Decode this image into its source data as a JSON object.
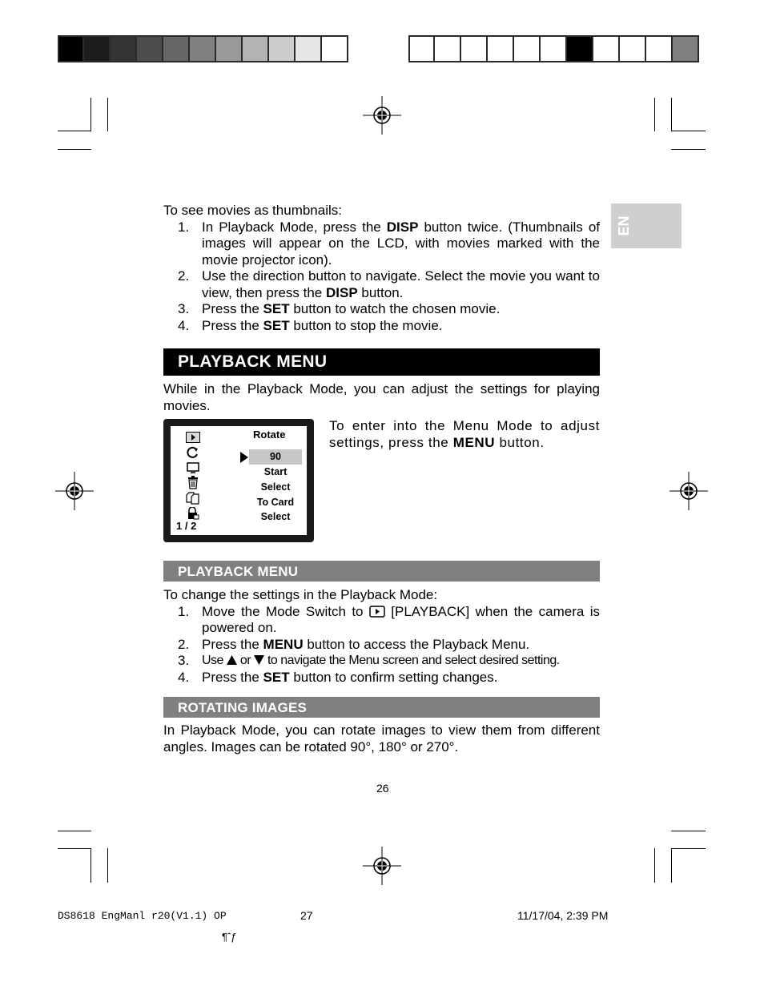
{
  "side_tab": {
    "label": "EN"
  },
  "intro": {
    "heading": "To see movies as thumbnails:",
    "steps": [
      {
        "num": "1.",
        "pre": "In Playback Mode, press the ",
        "bold": "DISP",
        "post": " button twice. (Thumbnails of images will appear on the LCD, with movies marked with the movie projector icon)."
      },
      {
        "num": "2.",
        "pre": "Use the direction button to navigate. Select the movie you want to view, then press the ",
        "bold": "DISP",
        "post": " button."
      },
      {
        "num": "3.",
        "pre": "Press the ",
        "bold": "SET",
        "post": " button to watch the chosen movie."
      },
      {
        "num": "4.",
        "pre": "Press the ",
        "bold": "SET",
        "post": " button to stop the movie."
      }
    ]
  },
  "section_main": {
    "title": "PLAYBACK MENU",
    "text": "While in the Playback Mode, you can adjust the settings for playing movies."
  },
  "lcd_menu": {
    "title": "Rotate",
    "options": [
      "90",
      "Start",
      "Select",
      "To Card",
      "Select"
    ],
    "page": "1 / 2",
    "icons": [
      "playback-mode-icon",
      "rotate-icon",
      "slideshow-icon",
      "delete-icon",
      "copy-to-card-icon",
      "protect-icon"
    ]
  },
  "menu_note": {
    "pre": "To enter into the Menu Mode to adjust settings, press the ",
    "bold": "MENU",
    "post": " button."
  },
  "section_playback": {
    "title": "PLAYBACK MENU",
    "heading": "To change the settings in the Playback Mode:",
    "step1": {
      "num": "1.",
      "pre": "Move the Mode Switch to ",
      "post": " [PLAYBACK] when the camera is powered on."
    },
    "step2": {
      "num": "2.",
      "pre": "Press the ",
      "bold": "MENU",
      "post": " button to access the Playback Menu."
    },
    "step3": {
      "num": "3.",
      "a": "Use ",
      "b": " or ",
      "c": " to navigate the Menu screen and select desired setting."
    },
    "step4": {
      "num": "4.",
      "pre": "Press the ",
      "bold": "SET",
      "post": " button to confirm setting changes."
    }
  },
  "section_rotate": {
    "title": "ROTATING IMAGES",
    "text": "In Playback Mode, you can rotate images to view them from different angles. Images can be rotated 90°, 180° or 270°."
  },
  "page_number": "26",
  "footer": {
    "file": "DS8618 EngManl r20(V1.1) OP",
    "sheet": "27",
    "timestamp": "11/17/04, 2:39 PM",
    "garble": "¶ˆƒ"
  },
  "swatch_colors_left": [
    "#000000",
    "#1c1c1c",
    "#333333",
    "#4d4d4d",
    "#666666",
    "#808080",
    "#999999",
    "#b3b3b3",
    "#cccccc",
    "#e6e6e6",
    "#ffffff"
  ],
  "swatch_colors_right": [
    "#ffffff",
    "#ffffff",
    "#ffffff",
    "#ffffff",
    "#ffffff",
    "#ffffff",
    "#000000",
    "#ffffff",
    "#ffffff",
    "#ffffff",
    "#808080"
  ]
}
